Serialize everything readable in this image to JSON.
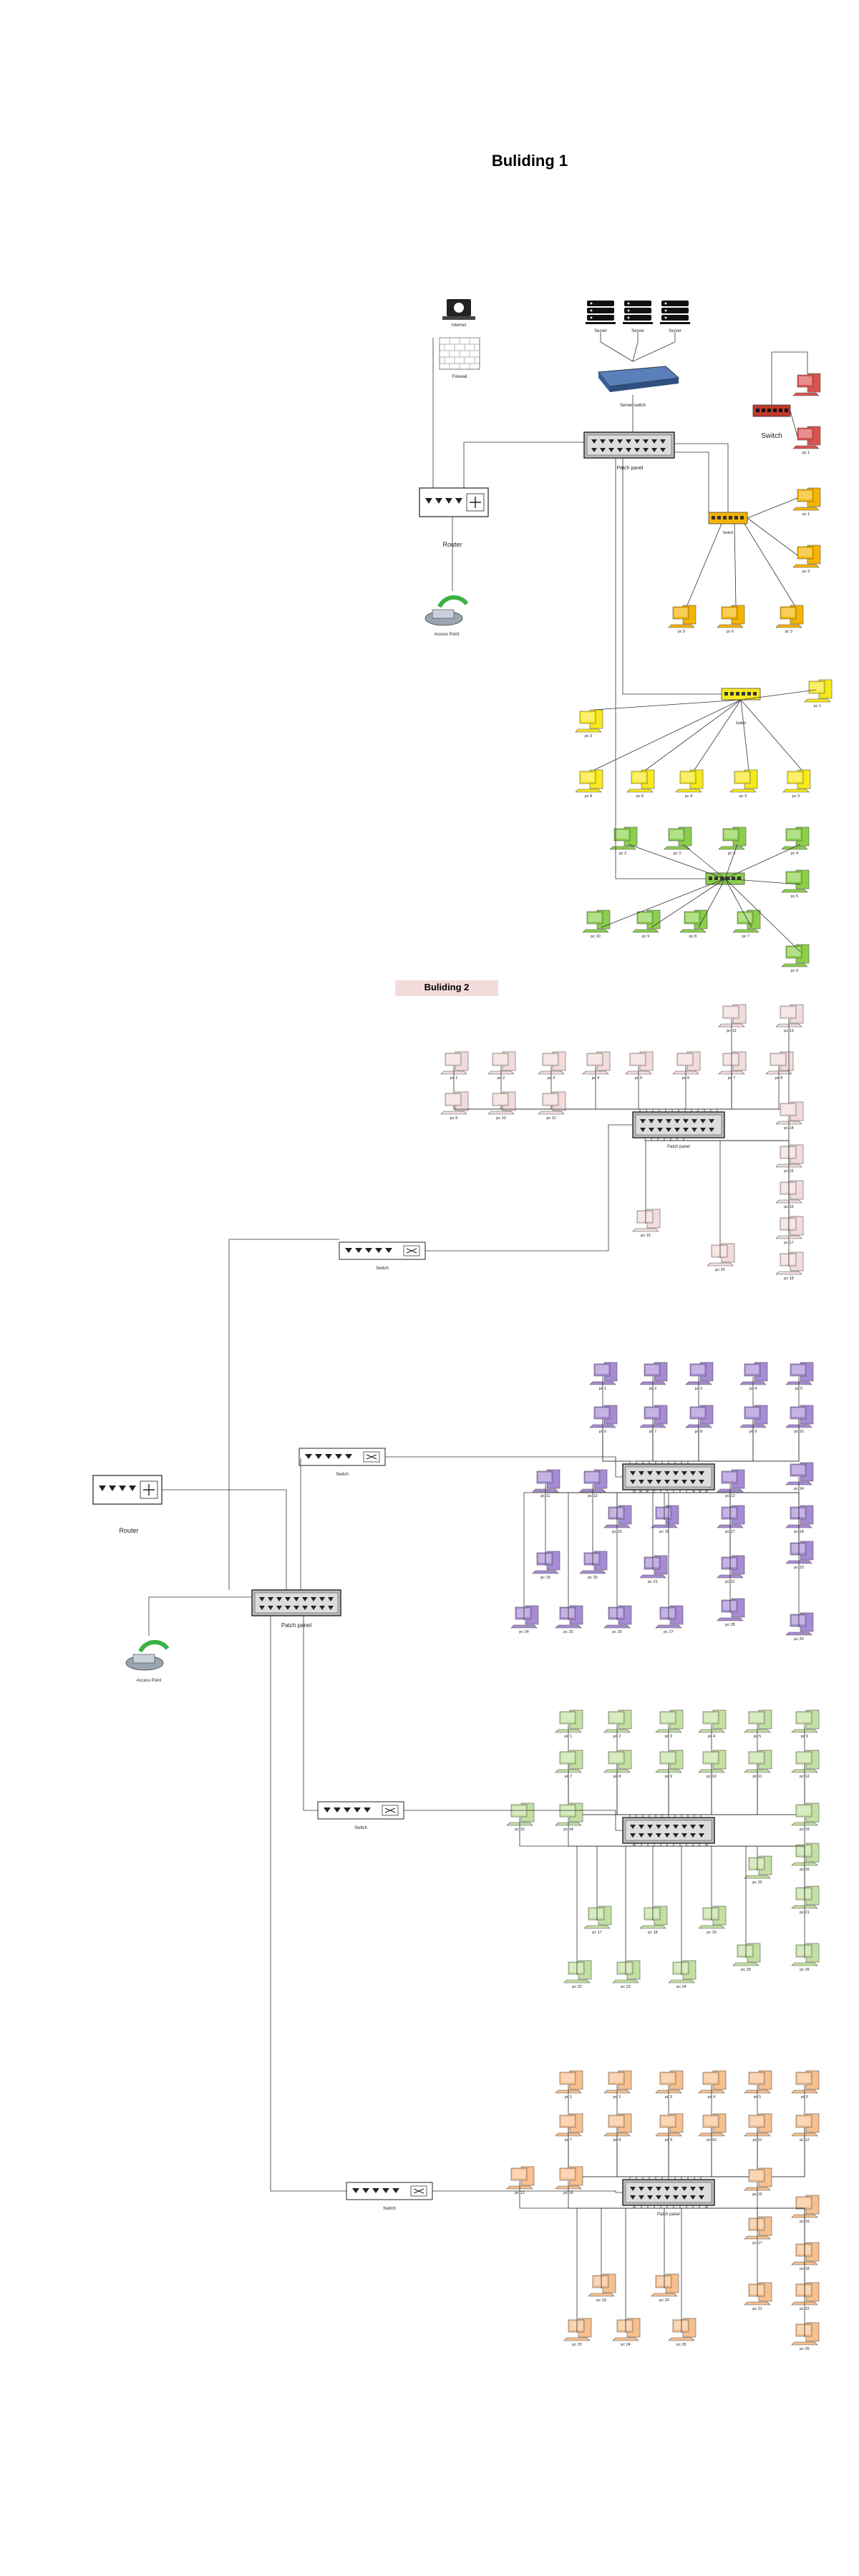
{
  "titles": {
    "building1": "Buliding 1",
    "building2": "Buliding 2"
  },
  "colors": {
    "red": "#d9534f",
    "orange": "#f5b400",
    "yellow": "#f7e91c",
    "green": "#8bcf4a",
    "pink": "#f2dcdb",
    "purple": "#a78bd4",
    "lightgreen": "#c3e0a2",
    "peach": "#f7c08f",
    "banner": "#f2dcdb"
  },
  "b1": {
    "internet": "Internet",
    "firewall": "Firewall",
    "server": "Server",
    "server_switch": "Server switch",
    "patch_panel": "Patch panel",
    "router": "Router",
    "access_point": "Access Point",
    "switch_label": "Switch",
    "small_switch": "Switch"
  },
  "b2": {
    "router": "Router",
    "access_point": "Access Point",
    "patch_panel": "Patch panel",
    "switch": "Switch",
    "floor_patch_panel": "Patch panel"
  },
  "pc_prefix": "pc"
}
